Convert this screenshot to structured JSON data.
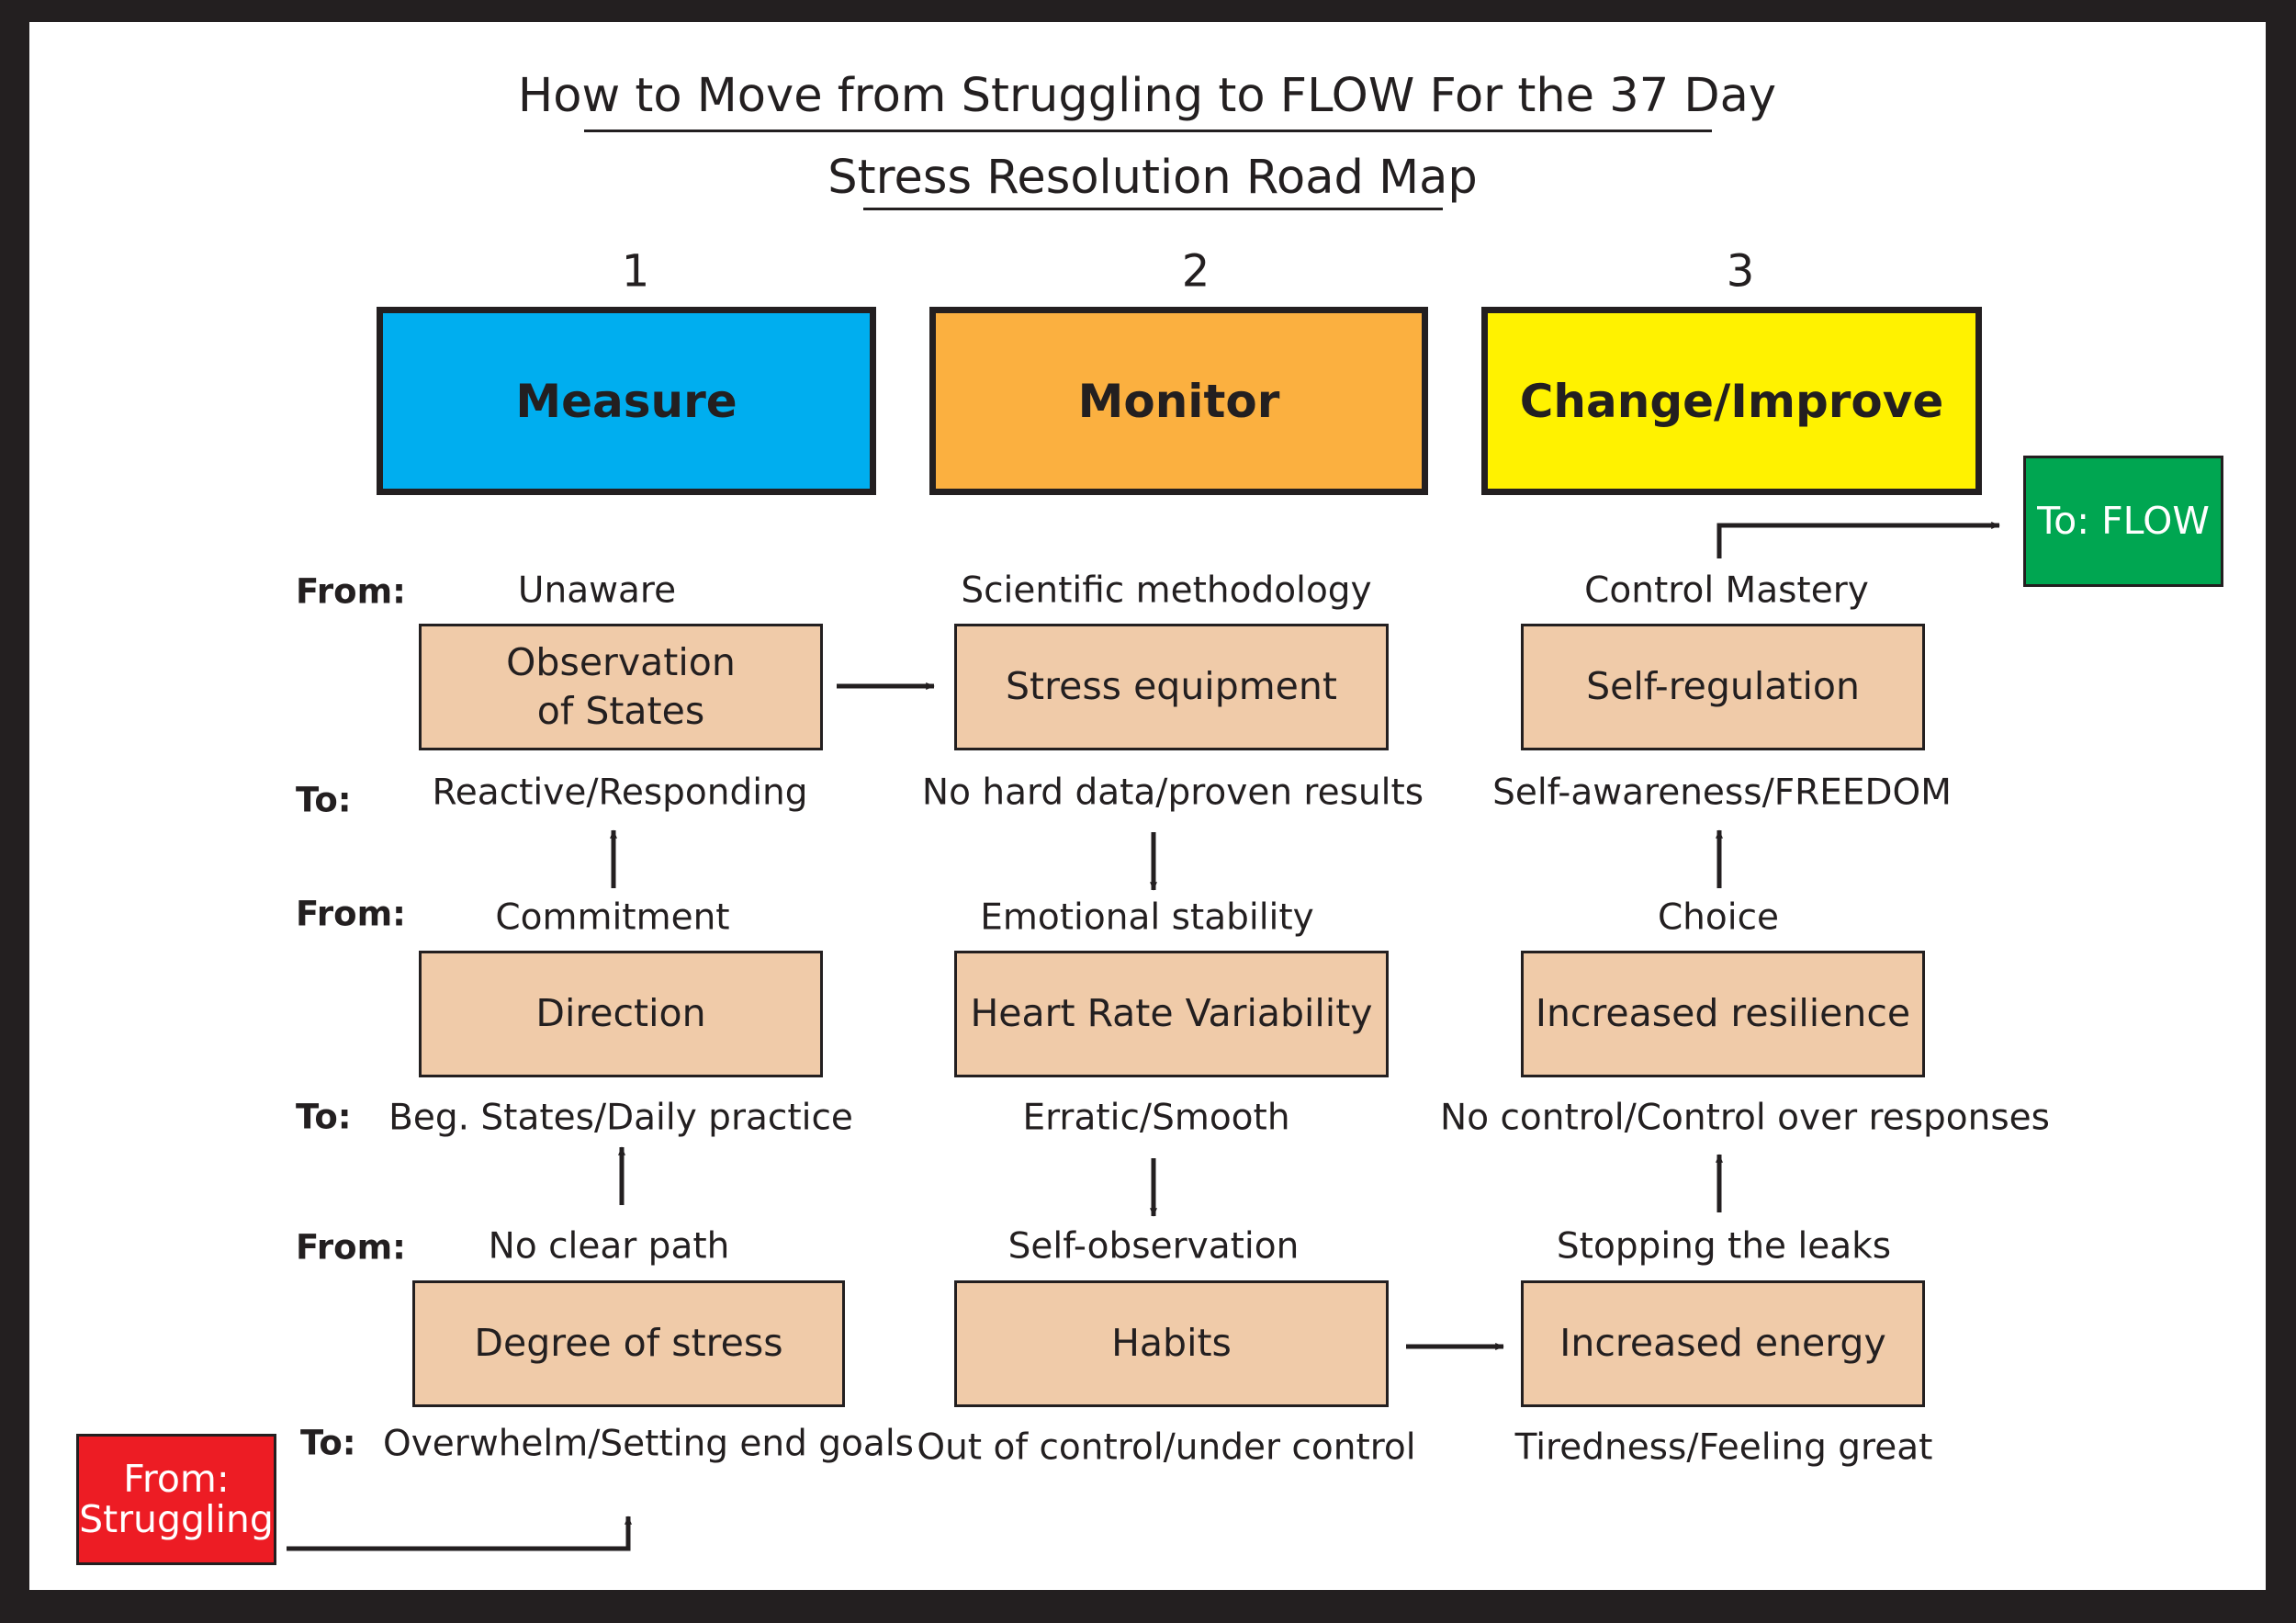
{
  "title": {
    "line1": "How to Move from Struggling to FLOW For the 37 Day",
    "line2": "Stress Resolution Road Map"
  },
  "stages": [
    {
      "number": "1",
      "label": "Measure",
      "color": "#00aeef"
    },
    {
      "number": "2",
      "label": "Monitor",
      "color": "#fbb040"
    },
    {
      "number": "3",
      "label": "Change/Improve",
      "color": "#fff200"
    }
  ],
  "row_labels": {
    "from": "From:",
    "to": "To:"
  },
  "columns": [
    {
      "steps": [
        {
          "from": "Unaware",
          "card": "Observation\nof States",
          "to": "Reactive/Responding"
        },
        {
          "from": "Commitment",
          "card": "Direction",
          "to": "Beg. States/Daily practice"
        },
        {
          "from": "No clear path",
          "card": "Degree of stress",
          "to": "Overwhelm/Setting end goals"
        }
      ]
    },
    {
      "steps": [
        {
          "from": "Scientific methodology",
          "card": "Stress equipment",
          "to": "No hard data/proven results"
        },
        {
          "from": "Emotional stability",
          "card": "Heart Rate Variability",
          "to": "Erratic/Smooth"
        },
        {
          "from": "Self-observation",
          "card": "Habits",
          "to": "Out of control/under control"
        }
      ]
    },
    {
      "steps": [
        {
          "from": "Control Mastery",
          "card": "Self-regulation",
          "to": "Self-awareness/FREEDOM"
        },
        {
          "from": "Choice",
          "card": "Increased resilience",
          "to": "No control/Control over responses"
        },
        {
          "from": "Stopping the leaks",
          "card": "Increased energy",
          "to": "Tiredness/Feeling great"
        }
      ]
    }
  ],
  "start": {
    "label": "From:\nStruggling",
    "color": "#ed1c24"
  },
  "end": {
    "label": "To: FLOW",
    "color": "#00a651"
  },
  "colors": {
    "card": "#f0cba9",
    "ink": "#231f20",
    "frame": "#231f20"
  }
}
